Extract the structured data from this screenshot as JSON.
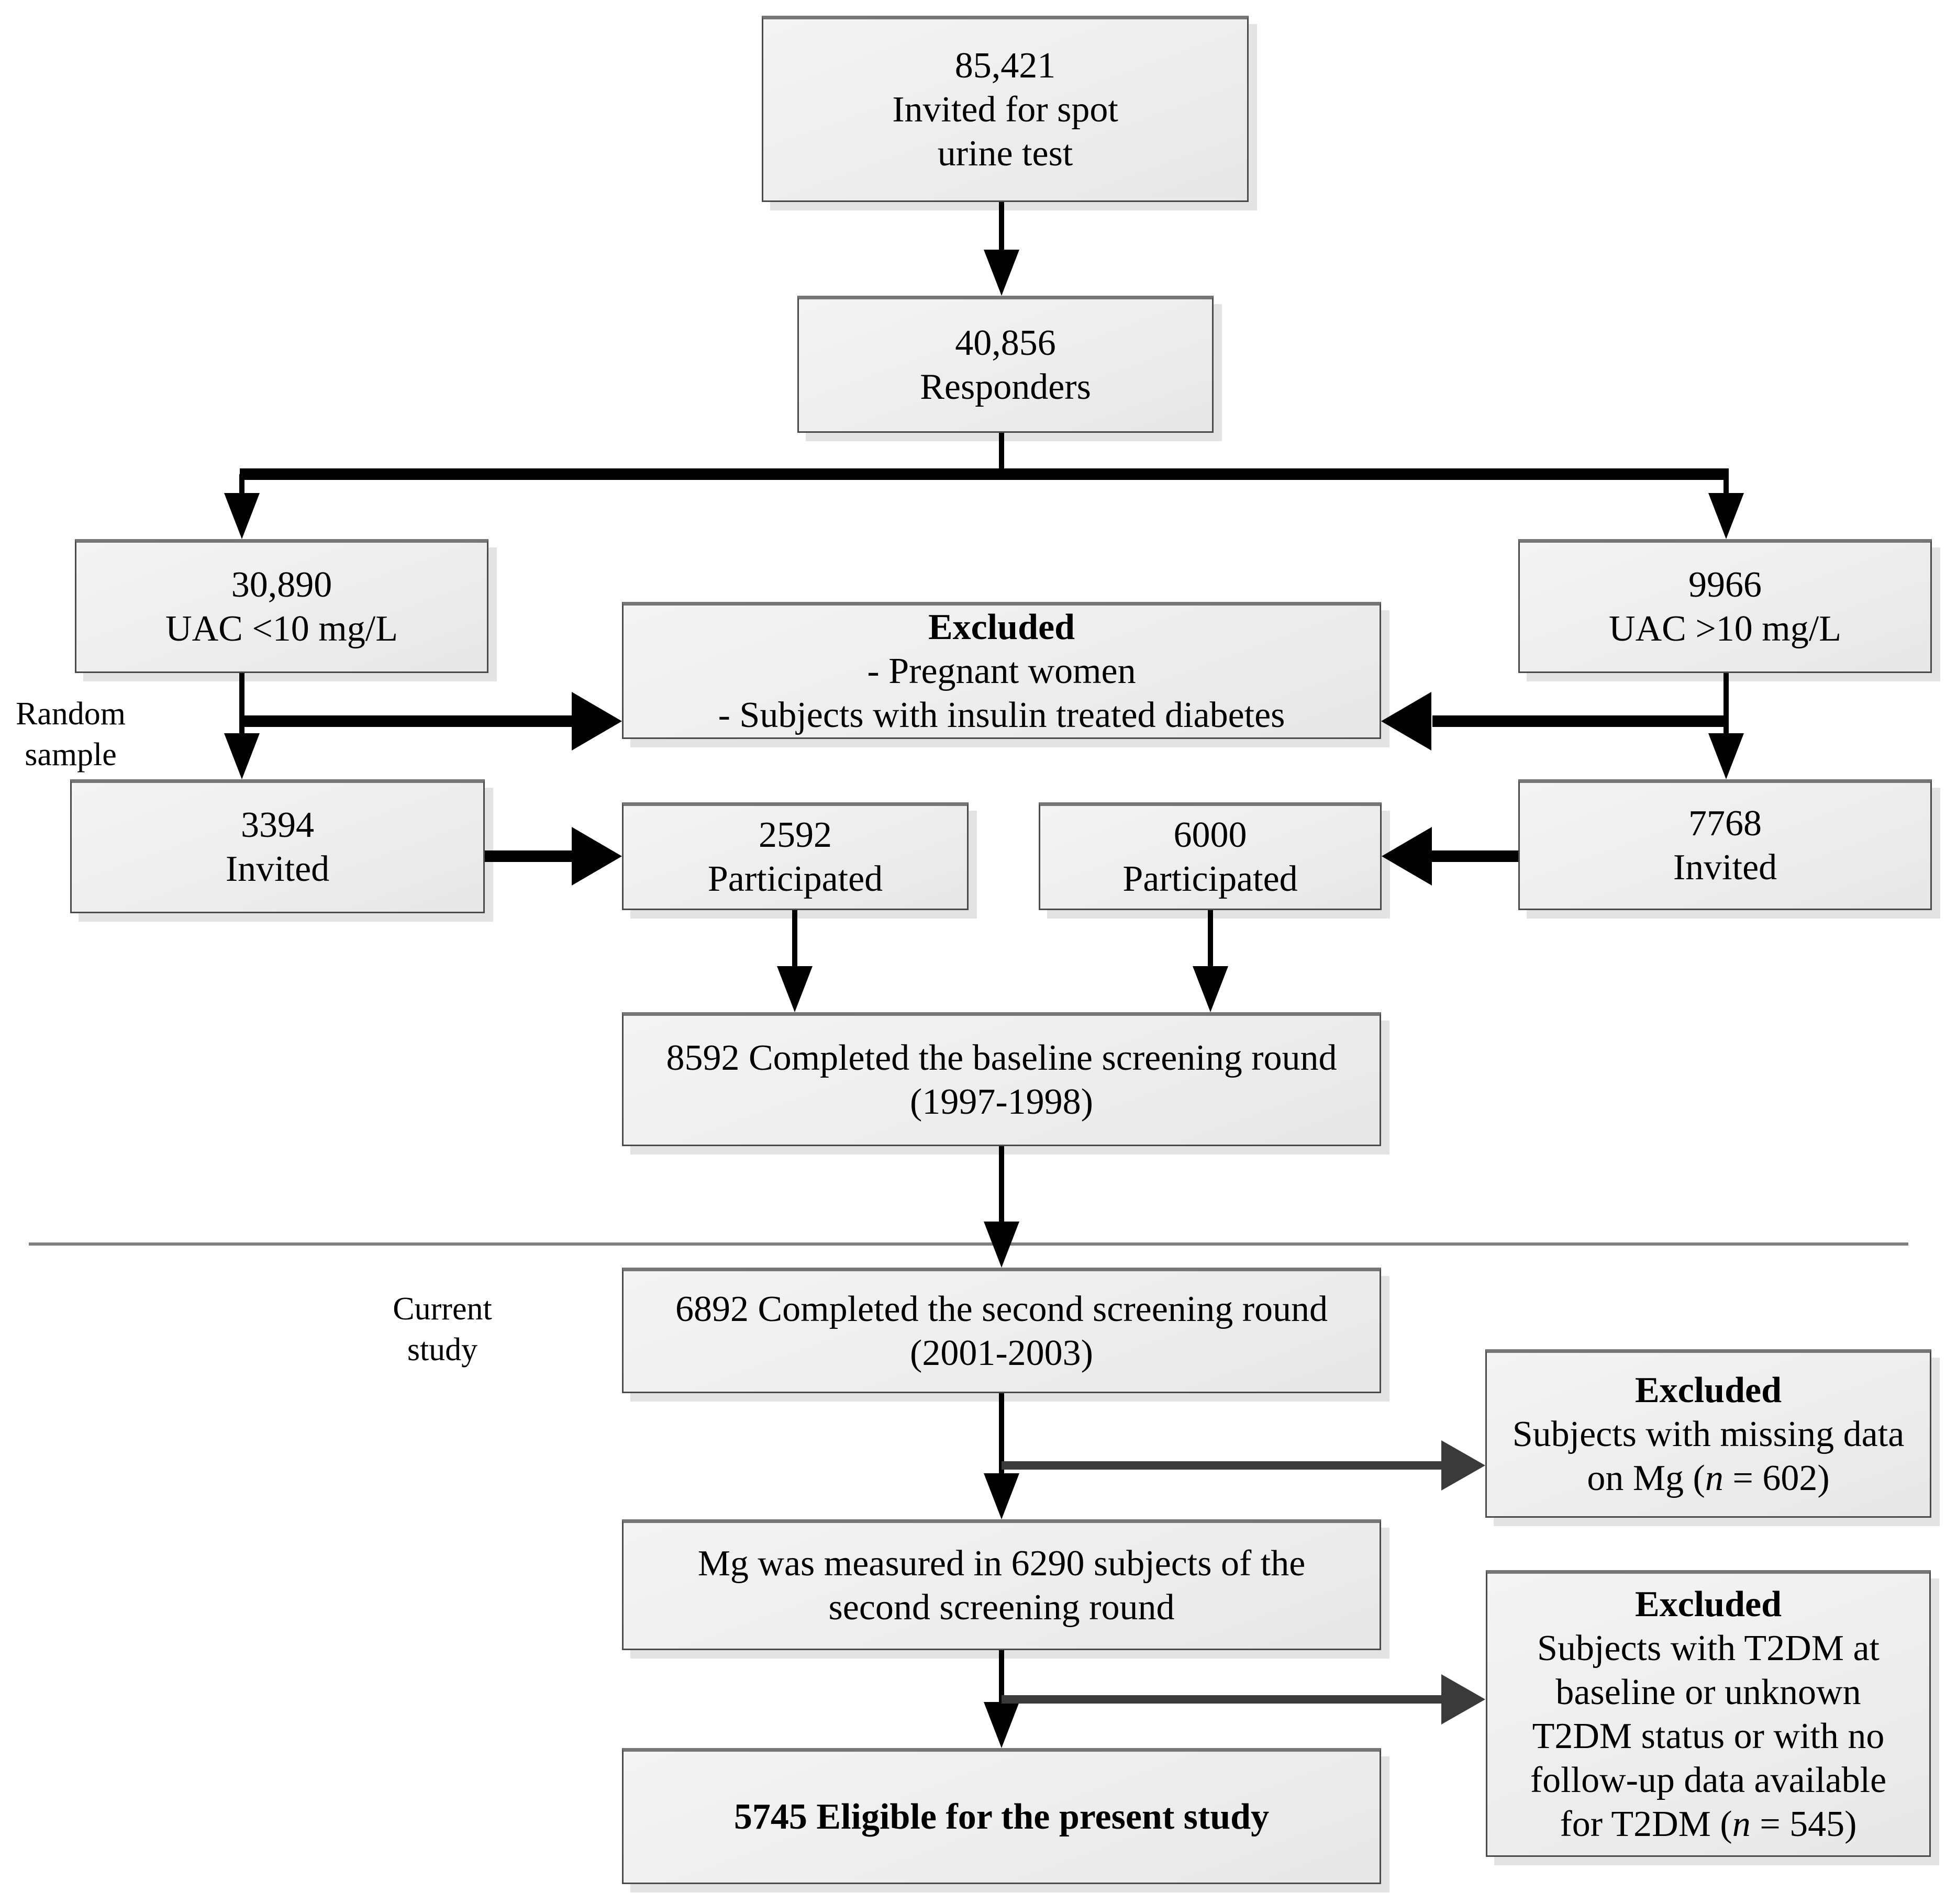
{
  "figure": {
    "background": "#ffffff",
    "box_border_color": "#4a4a4a",
    "box_fill": "#ededed",
    "arrow_color": "#000000",
    "exclusion_arrow_color": "#3a3a3a",
    "divider_color": "#7f7f7f"
  },
  "boxes": {
    "invited_urine": {
      "lines": [
        "85,421",
        "Invited for spot",
        "urine test"
      ]
    },
    "responders": {
      "lines": [
        "40,856",
        "Responders"
      ]
    },
    "uac_low": {
      "lines": [
        "30,890",
        "UAC <10 mg/L"
      ]
    },
    "uac_high": {
      "lines": [
        "9966",
        "UAC >10 mg/L"
      ]
    },
    "excluded_mid": {
      "title": "Excluded",
      "lines": [
        "- Pregnant women",
        "- Subjects with insulin treated diabetes"
      ]
    },
    "invited_3394": {
      "lines": [
        "3394",
        "Invited"
      ]
    },
    "part_2592": {
      "lines": [
        "2592",
        "Participated"
      ]
    },
    "part_6000": {
      "lines": [
        "6000",
        "Participated"
      ]
    },
    "invited_7768": {
      "lines": [
        "7768",
        "Invited"
      ]
    },
    "baseline": {
      "lines": [
        "8592 Completed the baseline screening round",
        "(1997-1998)"
      ]
    },
    "second": {
      "lines": [
        "6892 Completed the second screening round",
        "(2001-2003)"
      ]
    },
    "excluded_mg": {
      "title": "Excluded",
      "line1": "Subjects with missing data",
      "line2_pre": "on Mg (",
      "line2_var": "n",
      "line2_post": " = 602)"
    },
    "mg_measured": {
      "lines": [
        "Mg was measured in 6290 subjects of the",
        "second screening round"
      ]
    },
    "excluded_t2dm": {
      "title": "Excluded",
      "lines": [
        "Subjects with T2DM at",
        "baseline or unknown",
        "T2DM status or with no",
        "follow-up data available"
      ],
      "last_pre": "for T2DM (",
      "last_var": "n",
      "last_post": " = 545)"
    },
    "eligible": {
      "lines": [
        "5745 Eligible for the present study"
      ]
    }
  },
  "labels": {
    "random_sample": {
      "lines": [
        "Random",
        "sample"
      ]
    },
    "current_study": {
      "lines": [
        "Current",
        "study"
      ]
    }
  }
}
